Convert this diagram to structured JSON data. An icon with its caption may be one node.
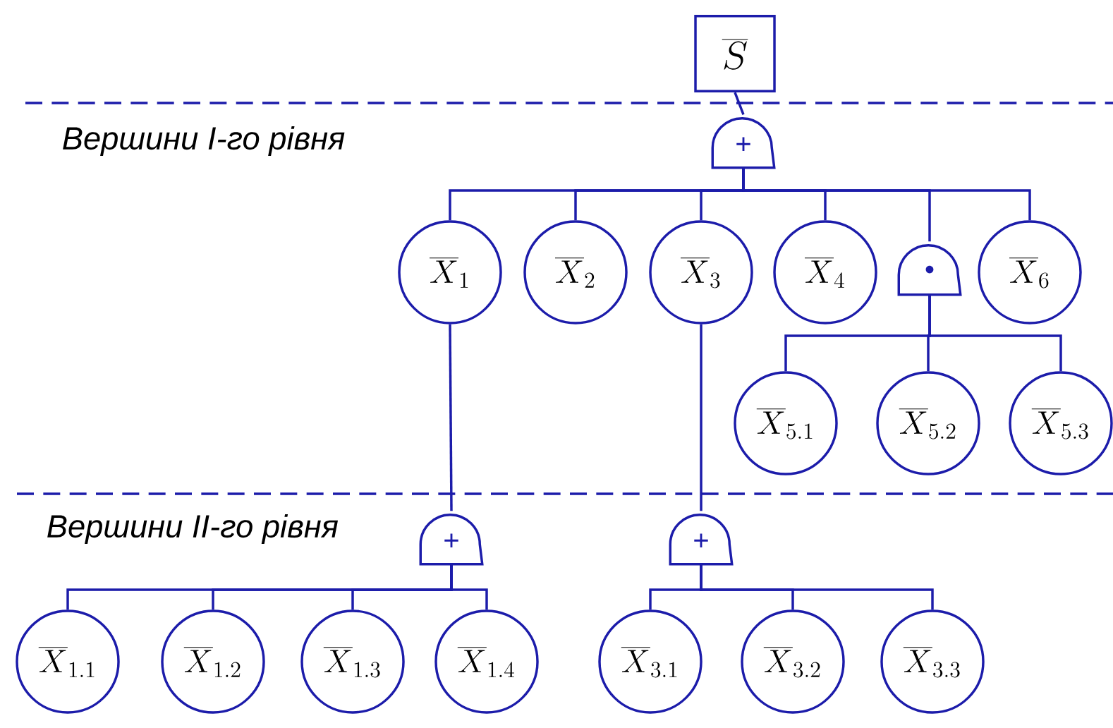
{
  "diagram": {
    "nodes": [
      {
        "text": [
          "\\overline{S}"
        ]
      },
      {
        "text": [
          "+"
        ]
      },
      {
        "text": [
          "\\overline{X}_{1}"
        ]
      },
      {
        "text": [
          "\\overline{X}_{2}"
        ]
      },
      {
        "text": [
          "\\overline{X}_{3}"
        ]
      },
      {
        "text": [
          "\\overline{X}_{4}"
        ]
      },
      {
        "text": [
          "•"
        ]
      },
      {
        "text": [
          "\\overline{X}_{6}"
        ]
      },
      {
        "text": [
          "\\overline{X}_{5.1}"
        ]
      },
      {
        "text": [
          "\\overline{X}_{5.2}"
        ]
      },
      {
        "text": [
          "\\overline{X}_{5.3}"
        ]
      },
      {
        "text": [
          "+"
        ]
      },
      {
        "text": [
          "+"
        ]
      },
      {
        "text": [
          "\\overline{X}_{1.1}"
        ]
      },
      {
        "text": [
          "\\overline{X}_{1.2}"
        ]
      },
      {
        "text": [
          "\\overline{X}_{1.3}"
        ]
      },
      {
        "text": [
          "\\overline{X}_{1.4}"
        ]
      },
      {
        "text": [
          "\\overline{X}_{3.1}"
        ]
      },
      {
        "text": [
          "\\overline{X}_{3.2}"
        ]
      },
      {
        "text": [
          "\\overline{X}_{3.3}"
        ]
      }
    ],
    "edges": [
      {
        "from": 0,
        "to": 1,
        "arrow": "none"
      },
      {
        "from": 1,
        "to": 2,
        "arrow": "none"
      },
      {
        "from": 1,
        "to": 3,
        "arrow": "none"
      },
      {
        "from": 1,
        "to": 4,
        "arrow": "none"
      },
      {
        "from": 1,
        "to": 5,
        "arrow": "none"
      },
      {
        "from": 1,
        "to": 6,
        "arrow": "none"
      },
      {
        "from": 1,
        "to": 7,
        "arrow": "none"
      },
      {
        "from": 6,
        "to": 8,
        "arrow": "none"
      },
      {
        "from": 6,
        "to": 9,
        "arrow": "none"
      },
      {
        "from": 6,
        "to": 10,
        "arrow": "none"
      },
      {
        "from": 2,
        "to": 11,
        "arrow": "none"
      },
      {
        "from": 4,
        "to": 12,
        "arrow": "none"
      },
      {
        "from": 11,
        "to": 13,
        "arrow": "none"
      },
      {
        "from": 11,
        "to": 14,
        "arrow": "none"
      },
      {
        "from": 11,
        "to": 15,
        "arrow": "none"
      },
      {
        "from": 11,
        "to": 16,
        "arrow": "none"
      },
      {
        "from": 12,
        "to": 17,
        "arrow": "none"
      },
      {
        "from": 12,
        "to": 18,
        "arrow": "none"
      },
      {
        "from": 12,
        "to": 19,
        "arrow": "none"
      }
    ],
    "labels": [
      "Вершини I-го рівня",
      "Вершини II-го рівня"
    ]
  }
}
